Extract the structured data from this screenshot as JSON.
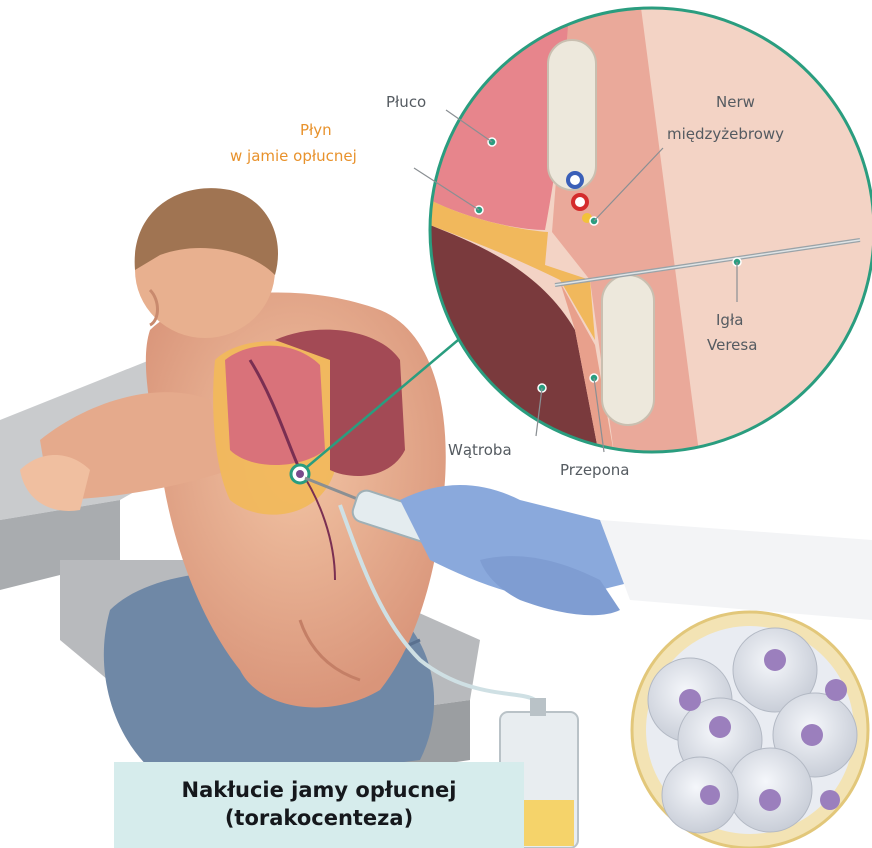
{
  "labels": {
    "lung": "Płuco",
    "fluid_line1": "Płyn",
    "fluid_line2": "w jamie opłucnej",
    "nerve_line1": "Nerw",
    "nerve_line2": "międzyżebrowy",
    "needle_line1": "Igła",
    "needle_line2": "Veresa",
    "liver": "Wątroba",
    "diaphragm": "Przepona"
  },
  "caption": {
    "line1": "Nakłucie jamy opłucnej",
    "line2": "(torakocenteza)"
  },
  "colors": {
    "accent_green": "#2a9d7f",
    "fluid_orange": "#e8922c",
    "caption_bg": "#d6ecec"
  }
}
